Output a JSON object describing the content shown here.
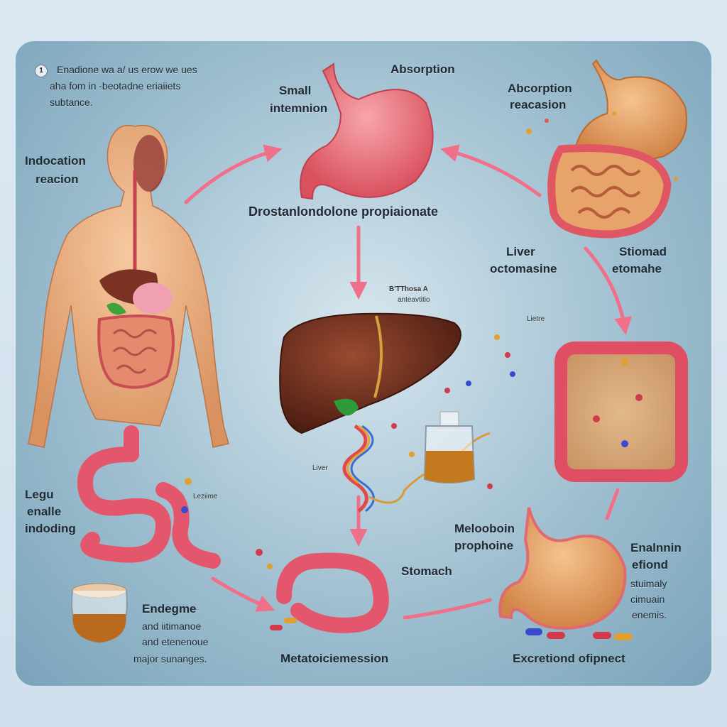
{
  "intro": {
    "badge": "1",
    "lines": [
      "Enadione wa a/ us erow we ues",
      "aha fom in -beotadne eriaiiets",
      "subtance."
    ]
  },
  "labels": {
    "indocation_1": "Indocation",
    "indocation_2": "reacion",
    "small_1": "Small",
    "small_2": "intemnion",
    "absorption": "Absorption",
    "abs_reac_1": "Abcorption",
    "abs_reac_2": "reacasion",
    "drug_name": "Drostanlondolone propiaionate",
    "liver_oct_1": "Liver",
    "liver_oct_2": "octomasine",
    "stomad_1": "Stiomad",
    "stomad_2": "etomahe",
    "beta_1": "B'TThosa A",
    "beta_2": "anteavtitio",
    "lietre": "Lietre",
    "liver_small": "Liver",
    "legu_1": "Legu",
    "legu_2": "enalle",
    "legu_3": "indoding",
    "lezime": "Leziime",
    "melo_1": "Melooboin",
    "melo_2": "prophoine",
    "stomach": "Stomach",
    "enal_1": "Enalnnin",
    "enal_2": "efiond",
    "enal_3": "stuimaly",
    "enal_4": "cimuain",
    "enal_5": "enemis.",
    "endog_1": "Endegme",
    "endog_2": "and iitimanoe",
    "endog_3": "and etenenoue",
    "endog_4": "major sunanges.",
    "metab": "Metatoiciemession",
    "excret": "Excretiond ofipnect"
  },
  "colors": {
    "arrow": "#f0708a",
    "intestine": "#e8556b",
    "liver": "#6e2f1e",
    "stomach": "#f08a92",
    "skin": "#f0b789"
  }
}
